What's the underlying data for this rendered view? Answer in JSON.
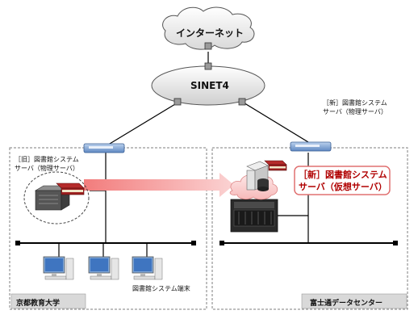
{
  "internet": {
    "label": "インターネット"
  },
  "sinet": {
    "label": "SINET4"
  },
  "new_server_physical": {
    "line1": "［新］図書館システム",
    "line2": "サーバ（物理サーバ）"
  },
  "old_server": {
    "line1": "［旧］図書館システム",
    "line2": "サーバ（物理サーバ）"
  },
  "new_server_virtual": {
    "line1": "［新］図書館システム",
    "line2": "サーバ（仮想サーバ）"
  },
  "terminals": {
    "label": "図書館システム端末"
  },
  "sites": {
    "left": "京都教育大学",
    "right": "富士通データセンター"
  },
  "colors": {
    "migration_arrow": "#f4a0a0",
    "switch_blue": "#7fa6d6",
    "site_border": "#7f7f7f",
    "virtual_box_border": "#e07070"
  }
}
